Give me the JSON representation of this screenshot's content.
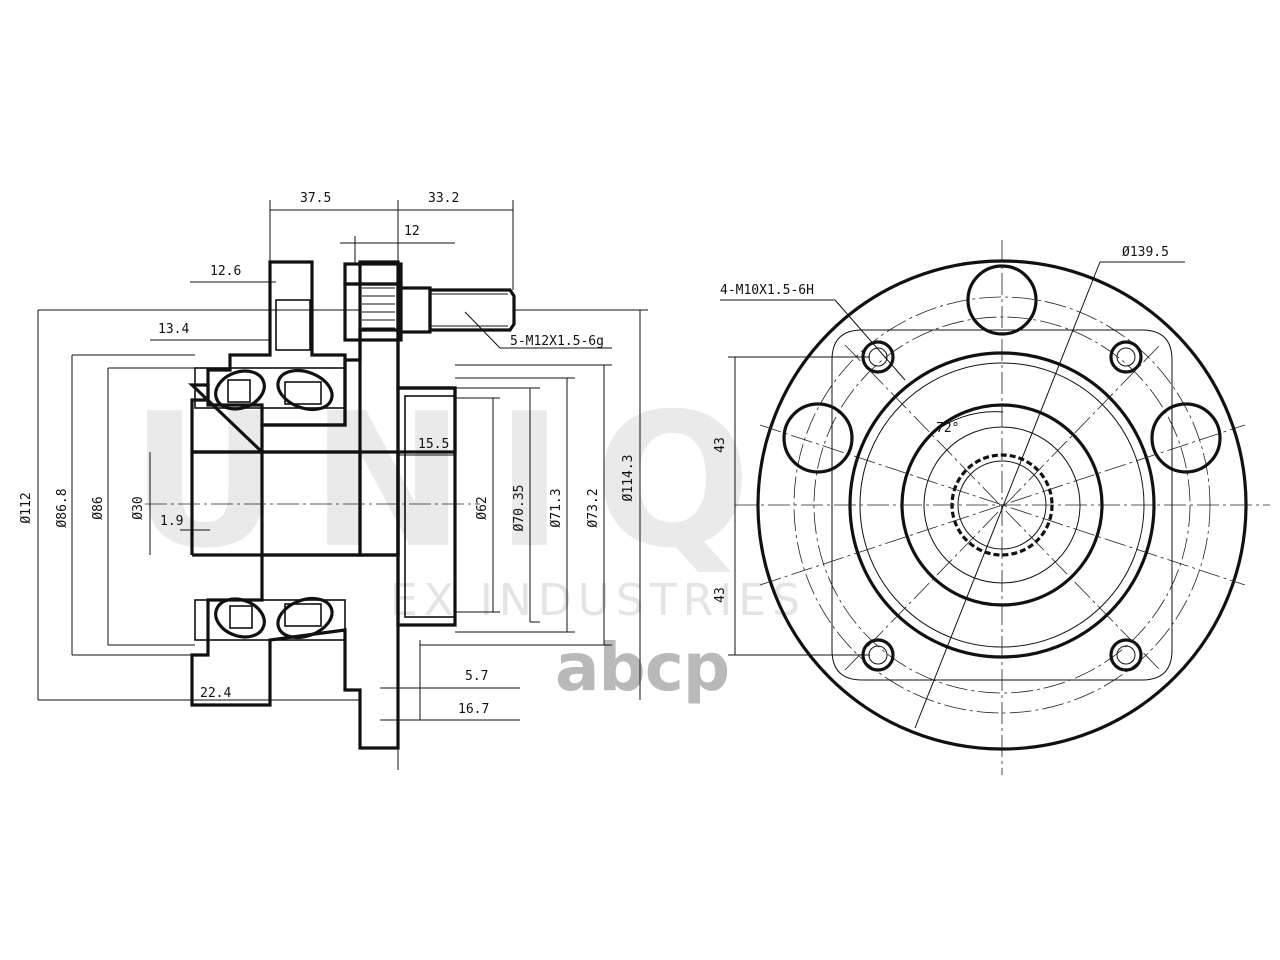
{
  "watermark": {
    "logo": "UNIQ",
    "subtitle": "EX INDUSTRIES",
    "brand": "abcp"
  },
  "side_view": {
    "dimensions": {
      "d_37_5": "37.5",
      "d_33_2": "33.2",
      "d_12": "12",
      "d_12_6": "12.6",
      "d_13_4": "13.4",
      "d_15_5": "15.5",
      "d_1_9": "1.9",
      "d_5_7": "5.7",
      "d_16_7": "16.7",
      "d_22_4": "22.4",
      "dia_112": "Ø112",
      "dia_86_8": "Ø86.8",
      "dia_86": "Ø86",
      "dia_30": "Ø30",
      "dia_62": "Ø62",
      "dia_70_35": "Ø70.35",
      "dia_71_3": "Ø71.3",
      "dia_73_2": "Ø73.2",
      "dia_114_3": "Ø114.3"
    },
    "stud_thread": "5-M12X1.5-6g"
  },
  "front_view": {
    "dia_139_5": "Ø139.5",
    "bolt_thread": "4-M10X1.5-6H",
    "angle": "72°",
    "dim_43_top": "43",
    "dim_43_bottom": "43"
  }
}
